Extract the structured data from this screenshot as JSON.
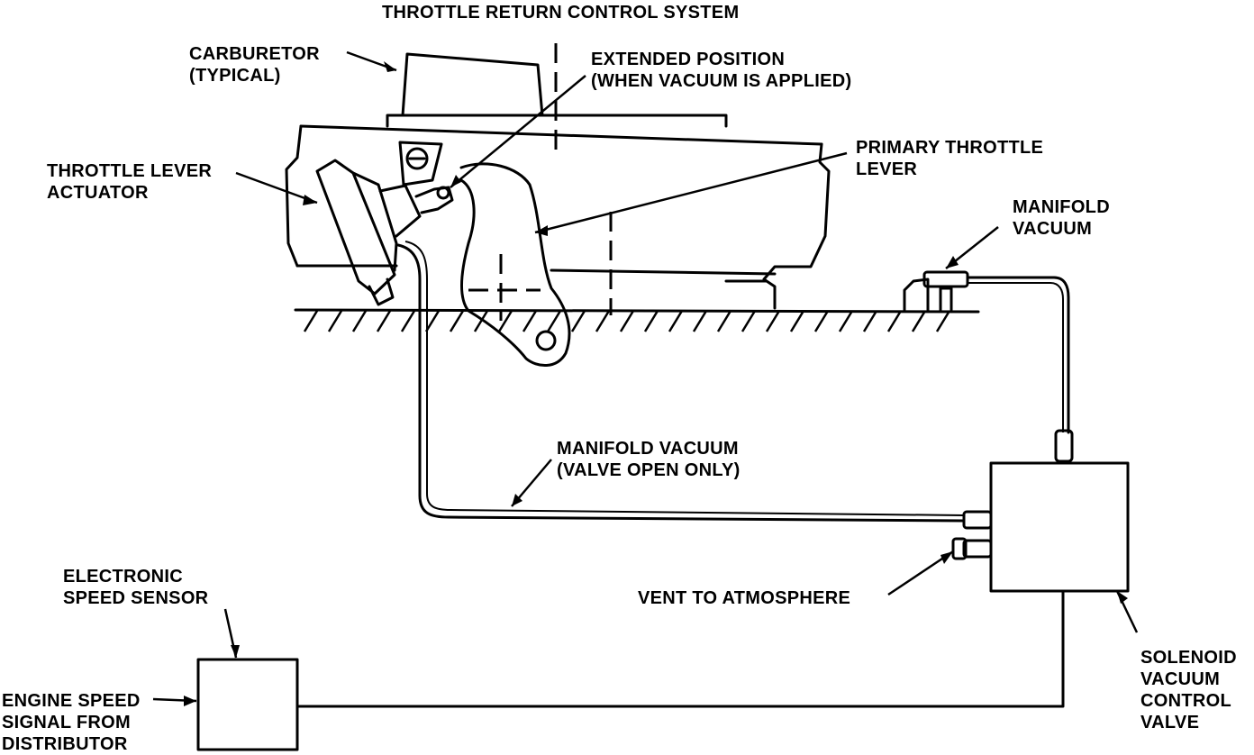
{
  "title": "THROTTLE  RETURN CONTROL SYSTEM",
  "labels": {
    "carburetor": [
      "CARBURETOR",
      "(TYPICAL)"
    ],
    "extended_position": [
      "EXTENDED POSITION",
      "(WHEN VACUUM IS APPLIED)"
    ],
    "primary_throttle_lever": [
      "PRIMARY THROTTLE",
      "LEVER"
    ],
    "throttle_lever_actuator": [
      "THROTTLE LEVER",
      "ACTUATOR"
    ],
    "manifold_vacuum_top": [
      "MANIFOLD",
      "VACUUM"
    ],
    "manifold_vacuum_line": [
      "MANIFOLD VACUUM",
      "(VALVE OPEN ONLY)"
    ],
    "electronic_speed_sensor": [
      "ELECTRONIC",
      "SPEED SENSOR"
    ],
    "vent_to_atmosphere": "VENT TO ATMOSPHERE",
    "solenoid_valve": [
      "SOLENOID",
      "VACUUM",
      "CONTROL",
      "VALVE"
    ],
    "engine_speed_signal": [
      "ENGINE SPEED",
      "SIGNAL FROM",
      "DISTRIBUTOR"
    ]
  },
  "colors": {
    "ink": "#000000",
    "paper": "#ffffff"
  }
}
